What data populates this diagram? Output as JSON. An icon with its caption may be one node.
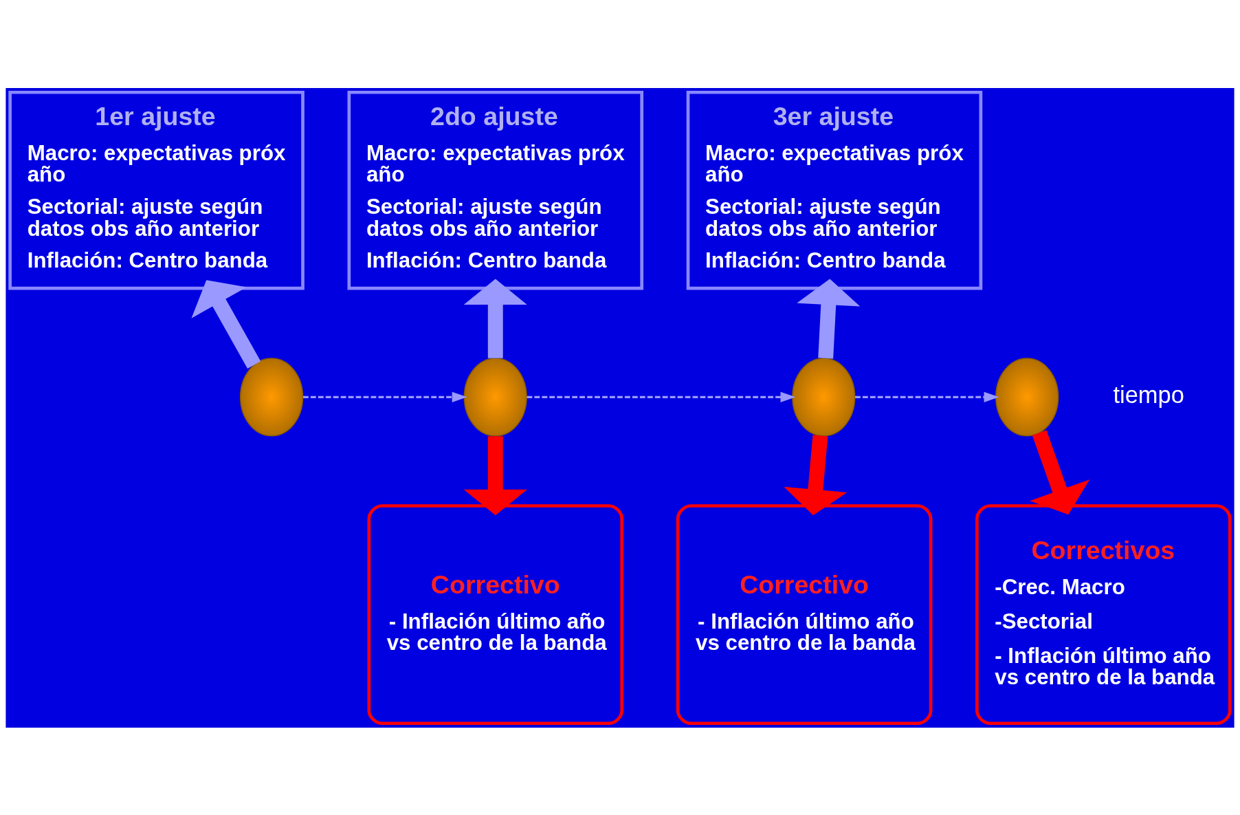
{
  "diagram": {
    "nodes": [
      {
        "text": [
          "1er ajuste",
          "Macro: expectativas próx año",
          "Sectorial: ajuste según datos obs año anterior",
          "Inflación: Centro banda"
        ]
      },
      {
        "text": [
          "2do ajuste",
          "Macro: expectativas próx año",
          "Sectorial: ajuste según datos obs año anterior",
          "Inflación: Centro banda"
        ]
      },
      {
        "text": [
          "3er ajuste",
          "Macro: expectativas próx año",
          "Sectorial: ajuste según datos obs año anterior",
          "Inflación: Centro banda"
        ]
      },
      {
        "text": [],
        "shape": "ellipse"
      },
      {
        "text": [],
        "shape": "ellipse"
      },
      {
        "text": [],
        "shape": "ellipse"
      },
      {
        "text": [],
        "shape": "ellipse"
      },
      {
        "text": [
          "Correctivo",
          "- Inflación último año vs centro de la banda"
        ]
      },
      {
        "text": [
          "Correctivo",
          "- Inflación último año vs centro de la banda"
        ]
      },
      {
        "text": [
          "Correctivos",
          "-Crec. Macro",
          "-Sectorial",
          "- Inflación último año vs centro de la banda"
        ]
      }
    ],
    "edges": [
      {
        "from": 3,
        "to": 0,
        "arrow": "to",
        "color": "#9999ff"
      },
      {
        "from": 3,
        "to": 4,
        "arrow": "to",
        "style": "dashed",
        "color": "#9999ff"
      },
      {
        "from": 4,
        "to": 1,
        "arrow": "to",
        "color": "#9999ff"
      },
      {
        "from": 4,
        "to": 5,
        "arrow": "to",
        "style": "dashed",
        "color": "#9999ff"
      },
      {
        "from": 4,
        "to": 7,
        "arrow": "to",
        "color": "#ff0000"
      },
      {
        "from": 5,
        "to": 2,
        "arrow": "to",
        "color": "#9999ff"
      },
      {
        "from": 5,
        "to": 6,
        "arrow": "to",
        "style": "dashed",
        "color": "#9999ff"
      },
      {
        "from": 5,
        "to": 8,
        "arrow": "to",
        "color": "#ff0000"
      },
      {
        "from": 6,
        "to": 9,
        "arrow": "to",
        "color": "#ff0000"
      }
    ],
    "labels": [
      "tiempo"
    ]
  }
}
